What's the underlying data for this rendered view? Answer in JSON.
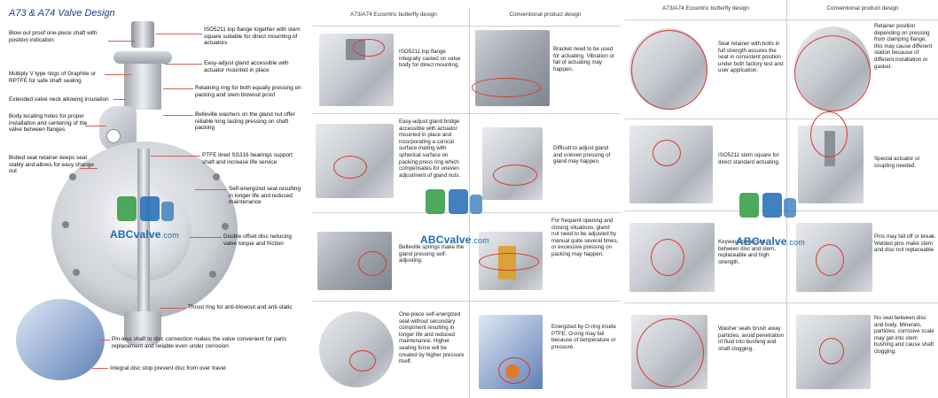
{
  "left": {
    "title": "A73 & A74 Valve Design",
    "labels_left": [
      "Blow out proof one-piece shaft with position indication",
      "Multiply V type rings of Graphite or RPTFE for safe shaft sealing",
      "Extended valve neck allowing insulation",
      "Body locating holes for proper installation and centering of the valve between flanges",
      "Bolted seat retainer keeps seat stably and allows for easy change out"
    ],
    "labels_right": [
      "ISO5211 top flange together with stem square suitable for direct mounting of actuators",
      "Easy-adjust gland accessible with actuator mounted in place",
      "Retaining ring for both equally pressing on packing and stem blowout proof",
      "Belleville washers on the gland nut offer reliable long lasting pressing on shaft packing",
      "PTFE lined SS316 bearings support shaft and increase life service",
      "Self-energized seat resulting in longer life and reduced maintenance",
      "Double offset disc reducing valve torque and friction",
      "Thrust ring for anti-blowout and anti-static"
    ],
    "labels_bottom": [
      "Pin-less shaft to disc connection makes the valve convenient for parts replacement and reliable even under corrosion",
      "Integral disc stop prevent disc from over travel"
    ],
    "watermark": {
      "brand": "ABCvalve",
      "suffix": ".com"
    }
  },
  "middle": {
    "headers": [
      "A73/A74 Eccentric butterfly design",
      "Conventional product design"
    ],
    "rows": [
      {
        "a73": "ISO5211 top flange integrally casted on valve body for direct mounting.",
        "conv": "Bracket need to be used for actuating. Vibration or fail of actuating may happen."
      },
      {
        "a73": "Easy-adjust gland bridge accessible with actuator mounted in place and incorporating a conical surface mating with spherical surface on packing press ring which compensates for uneven adjustment of gland nuts.",
        "conv": "Difficult to adjust gland and uneven pressing of gland may happen."
      },
      {
        "a73": "Belleville springs make the gland pressing self-adjusting.",
        "conv": "For frequent opening and closing situations, gland nut need to be adjusted by manual quite several times, or excessive pressing on packing may happen."
      },
      {
        "a73": "One-piece self-energized seat without secondary component resulting in longer life and reduced maintenance. Higher sealing force will be created by higher pressure itself.",
        "conv": "Energized by O-ring inside PTFE. O-ring may fail because of temperature or pressure."
      }
    ],
    "watermark": {
      "brand": "ABCvalve",
      "suffix": ".com"
    }
  },
  "right": {
    "headers": [
      "A73/A74 Eccentric butterfly design",
      "Conventional product design"
    ],
    "rows": [
      {
        "a73": "Seat retainer with bolts in full strength assures the seat in consistent position under both factory test and user application.",
        "conv": "Retainer position depending on pressing from clamping flange, this may cause different station because of different installation or gasket."
      },
      {
        "a73": "ISO5211 stem square for direct standard actuating.",
        "conv": "Special actuator or coupling needed."
      },
      {
        "a73": "Keyway connection between disc and stem, replaceable and high strength.",
        "conv": "Pins may fall off or break. Welded pins make stem and disc not replaceable."
      },
      {
        "a73": "Washer seals brush away particles, avoid penetration of fluid into bushing and shaft clogging.",
        "conv": "No seal between disc and body. Minerals, particles, corrosive scale may get into stem bushing and cause shaft clogging."
      }
    ],
    "watermark": {
      "brand": "ABCvalve",
      "suffix": ".com"
    }
  },
  "colors": {
    "title": "#1a3d8f",
    "watermark": "#1f6bb5",
    "watermark_green": "#2e9a3e",
    "highlight": "#d63a2a"
  }
}
